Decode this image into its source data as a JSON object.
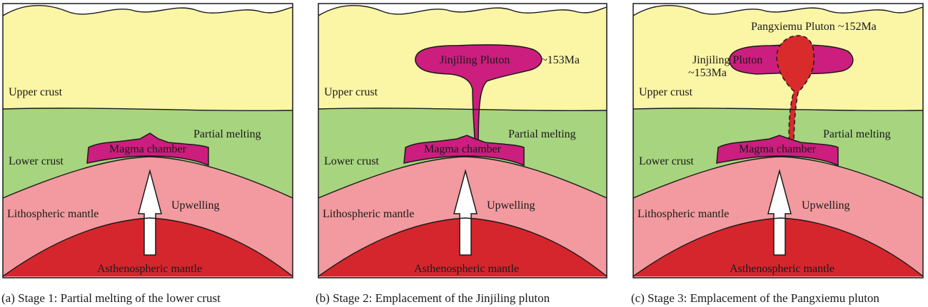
{
  "colors": {
    "upper_crust": "#fbf5a6",
    "lower_crust": "#a7d47e",
    "lithospheric_mantle": "#f29a9f",
    "asthenospheric_mantle": "#d6262d",
    "magma": "#cb1e7e",
    "pangxiemu": "#d92b2b",
    "outline": "#1a1a1a"
  },
  "panels": [
    {
      "id": "a",
      "labels": {
        "upper_crust": "Upper crust",
        "lower_crust": "Lower crust",
        "partial_melting": "Partial melting",
        "magma_chamber": "Magma chamber",
        "lithospheric_mantle": "Lithospheric mantle",
        "upwelling": "Upwelling",
        "asthenospheric_mantle": "Asthenospheric mantle"
      },
      "caption": "(a) Stage 1: Partial melting of the lower crust"
    },
    {
      "id": "b",
      "labels": {
        "upper_crust": "Upper crust",
        "lower_crust": "Lower crust",
        "partial_melting": "Partial melting",
        "magma_chamber": "Magma chamber",
        "lithospheric_mantle": "Lithospheric mantle",
        "upwelling": "Upwelling",
        "asthenospheric_mantle": "Asthenospheric mantle",
        "jinjiling_pluton": "Jinjiling Pluton",
        "jinjiling_age": "~153Ma"
      },
      "caption": "(b) Stage 2: Emplacement of the Jinjiling pluton"
    },
    {
      "id": "c",
      "labels": {
        "upper_crust": "Upper crust",
        "lower_crust": "Lower crust",
        "partial_melting": "Partial melting",
        "magma_chamber": "Magma chamber",
        "lithospheric_mantle": "Lithospheric mantle",
        "upwelling": "Upwelling",
        "asthenospheric_mantle": "Asthenospheric mantle",
        "jinjiling_pluton": "Jinjiling Pluton",
        "jinjiling_age": "~153Ma",
        "pangxiemu_pluton": "Pangxiemu Pluton ~152Ma"
      },
      "caption": "(c) Stage 3: Emplacement of the Pangxiemu pluton"
    }
  ]
}
